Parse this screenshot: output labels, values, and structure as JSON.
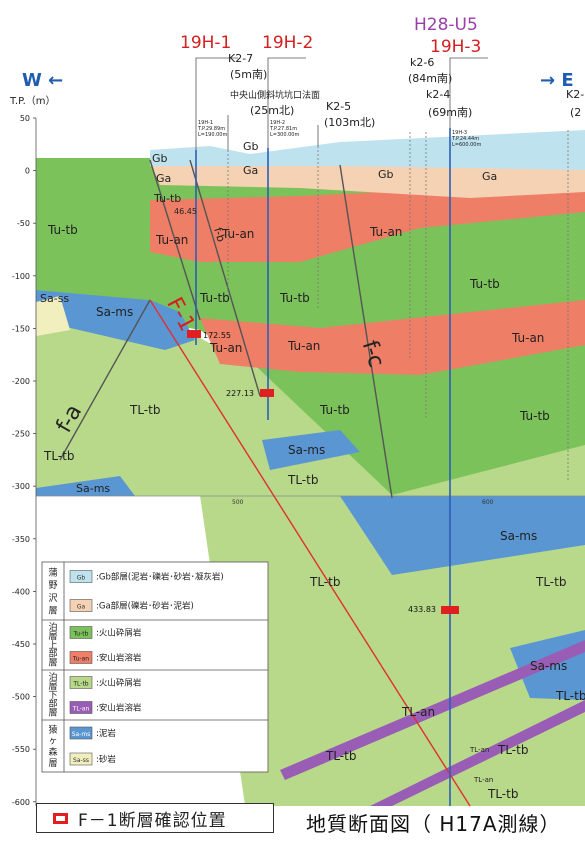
{
  "direction": {
    "west": "W ←",
    "east": "→ E"
  },
  "axis": {
    "unit_label": "T.P.（m）",
    "ticks": [
      "50",
      "0",
      "-50",
      "-100",
      "-150",
      "-200",
      "-250",
      "-300",
      "-350",
      "-400",
      "-450",
      "-500",
      "-550",
      "-600"
    ],
    "distance_ticks": [
      "500",
      "600"
    ]
  },
  "boreholes_main": [
    {
      "label": "19H-1",
      "color": "#d42020"
    },
    {
      "label": "19H-2",
      "color": "#d42020"
    },
    {
      "label": "H28-U5",
      "color": "#9a3fa8"
    },
    {
      "label": "19H-3",
      "color": "#d42020"
    }
  ],
  "boreholes_ref": {
    "k2_7": "K2-7",
    "k2_7_dist": "(5m南)",
    "k2_5": "K2-5",
    "k2_5_dist": "(103m北)",
    "k2_6": "k2-6",
    "k2_6_dist": "(84m南)",
    "k2_4": "k2-4",
    "k2_4_dist": "(69m南)",
    "k2_edge": "K2-",
    "k2_edge_dist": "(2",
    "slope": "中央山側斜坑坑口法面",
    "slope_dist": "(25m北)"
  },
  "borehole_info": {
    "h1": [
      "19H-1",
      "T.P.29.89m",
      "L=190.00m"
    ],
    "h2": [
      "19H-2",
      "T.P.27.81m",
      "L=300.00m"
    ],
    "h3": [
      "19H-3",
      "T.P.24.44m",
      "L=600.00m"
    ]
  },
  "faults": {
    "f1": "F-1",
    "fa": "f-a",
    "fb": "f-b",
    "fc": "f-c"
  },
  "confirm_depths": {
    "h1": "172.55",
    "h2": "227.13",
    "h3": "433.83"
  },
  "units": {
    "gb": "Gb",
    "ga": "Ga",
    "tu_tb": "Tu-tb",
    "tu_an": "Tu-an",
    "sa_ss": "Sa-ss",
    "sa_ms": "Sa-ms",
    "tl_tb": "TL-tb",
    "tl_an": "TL-an",
    "depth_4645": "46.45"
  },
  "legend": {
    "groups": [
      {
        "name": "蒲野沢層",
        "items": [
          {
            "code": "Gb",
            "desc": ":Gb部層(泥岩･礫岩･砂岩･凝灰岩)",
            "color": "#bfe3ee",
            "text": "#333"
          },
          {
            "code": "Ga",
            "desc": ":Ga部層(礫岩･砂岩･泥岩)",
            "color": "#f6d2b4",
            "text": "#333"
          }
        ]
      },
      {
        "name": "泊層上部層",
        "items": [
          {
            "code": "Tu-tb",
            "desc": ":火山砕屑岩",
            "color": "#7cc25a",
            "text": "#222"
          },
          {
            "code": "Tu-an",
            "desc": ":安山岩溶岩",
            "color": "#ee7e66",
            "text": "#222"
          }
        ]
      },
      {
        "name": "泊層下部層",
        "items": [
          {
            "code": "TL-tb",
            "desc": ":火山砕屑岩",
            "color": "#b8d98a",
            "text": "#222"
          },
          {
            "code": "TL-an",
            "desc": ":安山岩溶岩",
            "color": "#9a5db5",
            "text": "#fff"
          }
        ]
      },
      {
        "name": "猿ヶ森層",
        "items": [
          {
            "code": "Sa-ms",
            "desc": ":泥岩",
            "color": "#5a96d2",
            "text": "#fff"
          },
          {
            "code": "Sa-ss",
            "desc": ":砂岩",
            "color": "#f2efbf",
            "text": "#333"
          }
        ]
      }
    ]
  },
  "footer": {
    "legend_label": "F－1断層確認位置",
    "title": "地質断面図（ H17A測線）"
  },
  "colors": {
    "gb": "#bfe3ee",
    "ga": "#f6d2b4",
    "tu_tb": "#7cc25a",
    "tu_an": "#ee7e66",
    "tl_tb": "#b8d98a",
    "tl_an": "#9a5db5",
    "sa_ms": "#5a96d2",
    "sa_ss": "#f2efbf",
    "fault": "#e03030",
    "marker": "#e02020"
  }
}
